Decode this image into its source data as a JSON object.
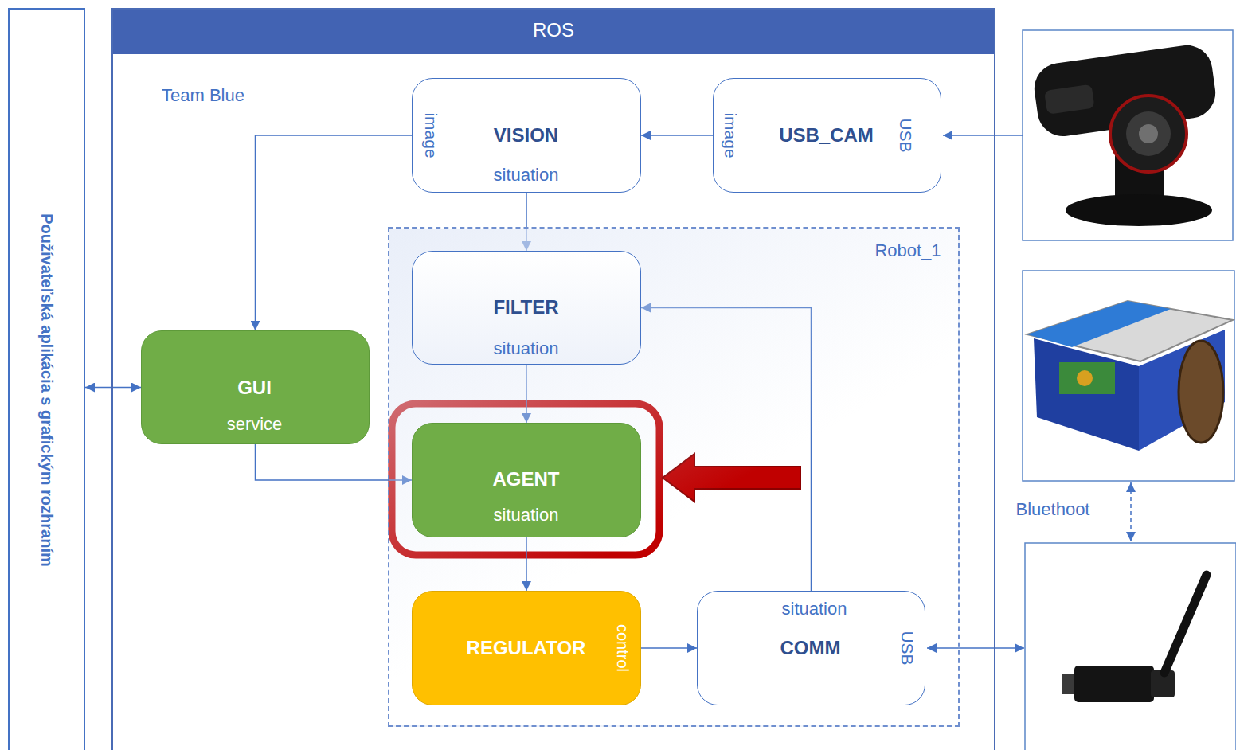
{
  "diagram": {
    "nodes": [
      {
        "text": [
          "Používateľská aplikácia s grafickým rozhraním"
        ]
      },
      {
        "text": [
          "ROS"
        ]
      },
      {
        "text": [
          "image",
          "VISION",
          "situation"
        ],
        "in": 1
      },
      {
        "text": [
          "image",
          "USB_CAM",
          "USB"
        ],
        "in": 1
      },
      {
        "text": [
          "GUI",
          "service"
        ],
        "in": 1
      },
      {
        "text": [
          "Robot_1"
        ],
        "in": 1
      },
      {
        "text": [
          "FILTER",
          "situation"
        ],
        "in": 5
      },
      {
        "text": [
          "AGENT",
          "situation"
        ],
        "in": 5
      },
      {
        "text": [
          "REGULATOR",
          "control"
        ],
        "in": 5
      },
      {
        "text": [
          "situation",
          "COMM",
          "USB"
        ],
        "in": 5
      }
    ],
    "edges": [
      {
        "from": 3,
        "to": 2,
        "arrow": "to"
      },
      {
        "from": 2,
        "to": 4,
        "arrow": "to"
      },
      {
        "from": 2,
        "to": 6,
        "arrow": "to"
      },
      {
        "from": 6,
        "to": 7,
        "arrow": "to"
      },
      {
        "from": 4,
        "to": 7,
        "arrow": "to"
      },
      {
        "from": 7,
        "to": 8,
        "arrow": "to"
      },
      {
        "from": 8,
        "to": 9,
        "arrow": "to"
      },
      {
        "from": 9,
        "to": 6,
        "arrow": "to"
      },
      {
        "from": 0,
        "to": 4,
        "arrow": "both"
      }
    ],
    "labels": [
      "Team Blue",
      "Bluethoot"
    ]
  }
}
